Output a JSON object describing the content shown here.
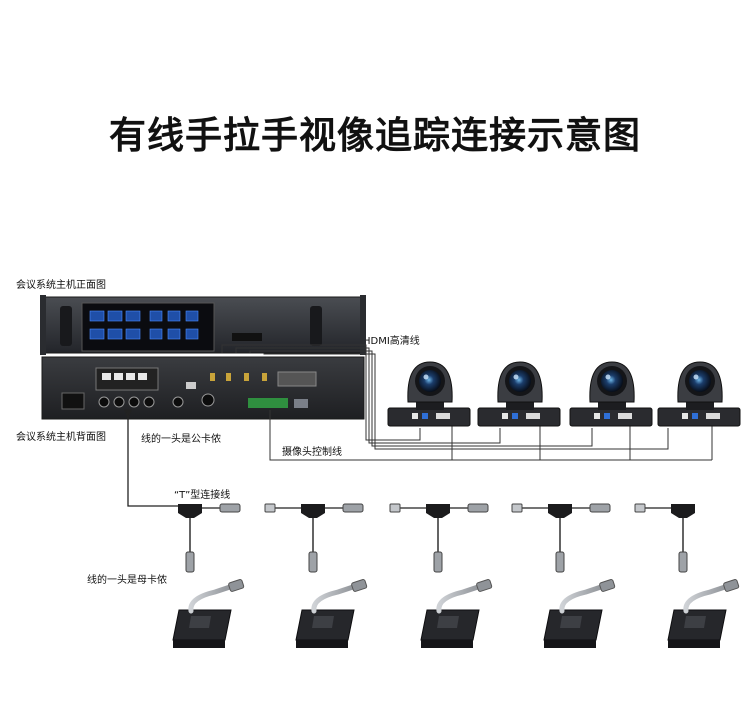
{
  "title": "有线手拉手视像追踪连接示意图",
  "labels": {
    "host_front": "会议系统主机正面图",
    "host_back": "会议系统主机背面图",
    "male_end": "线的一头是公卡侬",
    "female_end": "线的一头是母卡侬",
    "t_connector": "“T”型连接线",
    "hdmi": "HDMI高清线",
    "camera_control": "摄像头控制线"
  },
  "counts": {
    "cameras": 4,
    "microphones": 5,
    "t_connectors": 5
  }
}
